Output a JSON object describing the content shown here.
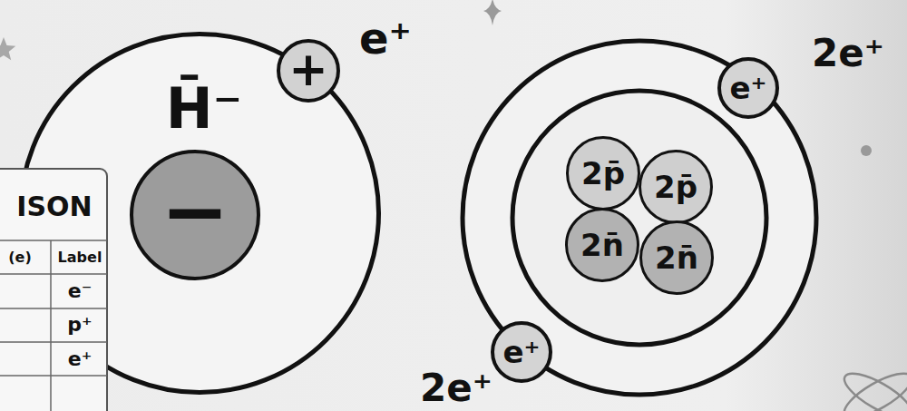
{
  "diagram": {
    "nodes": [
      {
        "text": [
          "H̄⁻"
        ]
      },
      {
        "text": [
          "−"
        ],
        "in": 0
      },
      {
        "text": [
          "+",
          "e⁺"
        ]
      },
      {
        "text": [
          "e⁺",
          "2e⁺"
        ]
      },
      {
        "text": [
          "2p̄"
        ]
      },
      {
        "text": [
          "2p̄"
        ]
      },
      {
        "text": [
          "2n̄"
        ]
      },
      {
        "text": [
          "2n̄"
        ]
      },
      {
        "text": [
          "e⁺",
          "2e⁺"
        ]
      }
    ],
    "labels": [
      "ISON",
      "(e)",
      "Label",
      "e⁻",
      "p⁺",
      "e⁺"
    ]
  }
}
